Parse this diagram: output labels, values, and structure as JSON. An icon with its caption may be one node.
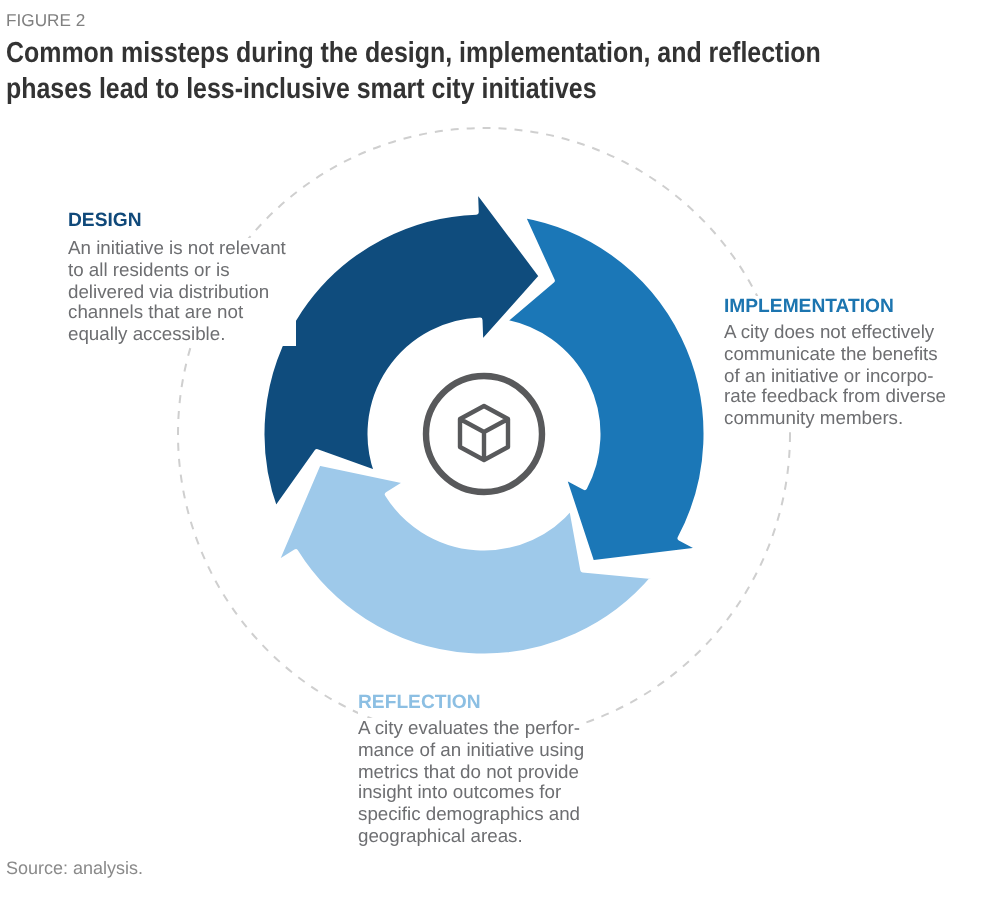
{
  "diagram": {
    "title": "Common missteps during the design, implementation, and reflection phases lead to less-inclusive smart city initiatives",
    "caption": "Source: analysis.",
    "labels": [
      "FIGURE 2",
      "DESIGN",
      "An initiative is not relevant to all residents or is delivered via distribution channels that are not equally accessible.",
      "IMPLEMENTATION",
      "A city does not effectively communicate the benefits of an initiative or incorpo-rate feedback from diverse community members.",
      "REFLECTION",
      "A city evaluates the perfor-mance of an initiative using metrics that do not provide insight into outcomes for specific demographics and geographical areas."
    ]
  }
}
